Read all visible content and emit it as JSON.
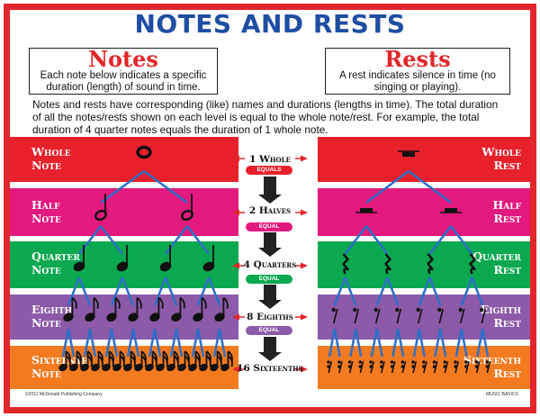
{
  "title": "NOTES AND RESTS",
  "notes_box": {
    "heading": "Notes",
    "text": "Each note below indicates a specific duration (length) of sound in time."
  },
  "rests_box": {
    "heading": "Rests",
    "text": "A rest indicates silence in time (no singing or playing)."
  },
  "description": "Notes and rests have corresponding (like) names and durations (lengths in time). The total duration of all the notes/rests shown on each level is equal to the whole note/rest. For example, the total duration of 4 quarter notes equals the duration of 1 whole note.",
  "levels": [
    {
      "note_label_1": "Whole",
      "note_label_2": "Note",
      "rest_label_1": "Whole",
      "rest_label_2": "Rest",
      "center": "1 Whole",
      "count": 1,
      "color": "#e8202a"
    },
    {
      "note_label_1": "Half",
      "note_label_2": "Note",
      "rest_label_1": "Half",
      "rest_label_2": "Rest",
      "center": "2 Halves",
      "count": 2,
      "color": "#e3197e"
    },
    {
      "note_label_1": "Quarter",
      "note_label_2": "Note",
      "rest_label_1": "Quarter",
      "rest_label_2": "Rest",
      "center": "4 Quarters",
      "count": 4,
      "color": "#0aa84f"
    },
    {
      "note_label_1": "Eighth",
      "note_label_2": "Note",
      "rest_label_1": "Eighth",
      "rest_label_2": "Rest",
      "center": "8 Eighths",
      "count": 8,
      "color": "#8c5aa8"
    },
    {
      "note_label_1": "Sixteenth",
      "note_label_2": "Note",
      "rest_label_1": "Sixteenth",
      "rest_label_2": "Rest",
      "center": "16 Sixteenths",
      "count": 16,
      "color": "#f47a20"
    }
  ],
  "equals_labels": [
    "EQUALS",
    "EQUAL",
    "EQUAL",
    "EQUAL"
  ],
  "equals_colors": [
    "#e8202a",
    "#e3197e",
    "#0aa84f",
    "#8c5aa8"
  ],
  "footer": {
    "left": "©2011 McDonald Publishing Company",
    "right": "MUSIC BASICS"
  }
}
